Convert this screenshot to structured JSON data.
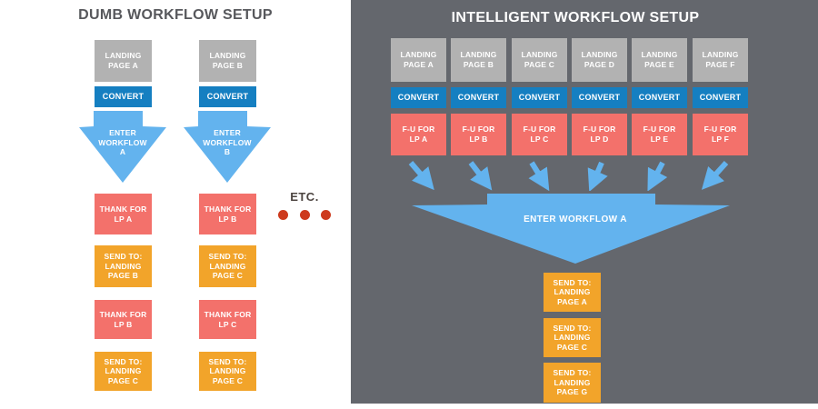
{
  "left_panel": {
    "title": "DUMB WORKFLOW SETUP",
    "etc_label": "ETC.",
    "columns": [
      {
        "landing": "LANDING\nPAGE A",
        "convert": "CONVERT",
        "arrow": "ENTER\nWORKFLOW\nA",
        "steps": [
          {
            "type": "thank",
            "text": "THANK FOR\nLP A"
          },
          {
            "type": "send",
            "text": "SEND TO:\nLANDING\nPAGE B"
          },
          {
            "type": "thank",
            "text": "THANK FOR\nLP B"
          },
          {
            "type": "send",
            "text": "SEND TO:\nLANDING\nPAGE C"
          }
        ]
      },
      {
        "landing": "LANDING\nPAGE B",
        "convert": "CONVERT",
        "arrow": "ENTER\nWORKFLOW\nB",
        "steps": [
          {
            "type": "thank",
            "text": "THANK FOR\nLP B"
          },
          {
            "type": "send",
            "text": "SEND TO:\nLANDING\nPAGE C"
          },
          {
            "type": "thank",
            "text": "THANK FOR\nLP C"
          },
          {
            "type": "send",
            "text": "SEND TO:\nLANDING\nPAGE C"
          }
        ]
      }
    ]
  },
  "right_panel": {
    "title": "INTELLIGENT WORKFLOW SETUP",
    "columns": [
      {
        "landing": "LANDING\nPAGE A",
        "convert": "CONVERT",
        "followup": "F-U FOR\nLP A"
      },
      {
        "landing": "LANDING\nPAGE B",
        "convert": "CONVERT",
        "followup": "F-U FOR\nLP B"
      },
      {
        "landing": "LANDING\nPAGE C",
        "convert": "CONVERT",
        "followup": "F-U FOR\nLP C"
      },
      {
        "landing": "LANDING\nPAGE D",
        "convert": "CONVERT",
        "followup": "F-U FOR\nLP D"
      },
      {
        "landing": "LANDING\nPAGE E",
        "convert": "CONVERT",
        "followup": "F-U FOR\nLP E"
      },
      {
        "landing": "LANDING\nPAGE F",
        "convert": "CONVERT",
        "followup": "F-U FOR\nLP F"
      }
    ],
    "funnel_label": "ENTER WORKFLOW A",
    "outputs": [
      {
        "text": "SEND TO:\nLANDING\nPAGE A"
      },
      {
        "text": "SEND TO:\nLANDING\nPAGE C"
      },
      {
        "text": "SEND TO:\nLANDING\nPAGE G"
      }
    ]
  },
  "colors": {
    "landing_gray": "#b2b2b2",
    "convert_blue": "#157fc1",
    "followup_salmon": "#f3716b",
    "send_orange": "#f2a42a",
    "arrow_blue": "#63b3ee",
    "panel_dark": "#64676d",
    "etc_red": "#cd3a1d"
  }
}
